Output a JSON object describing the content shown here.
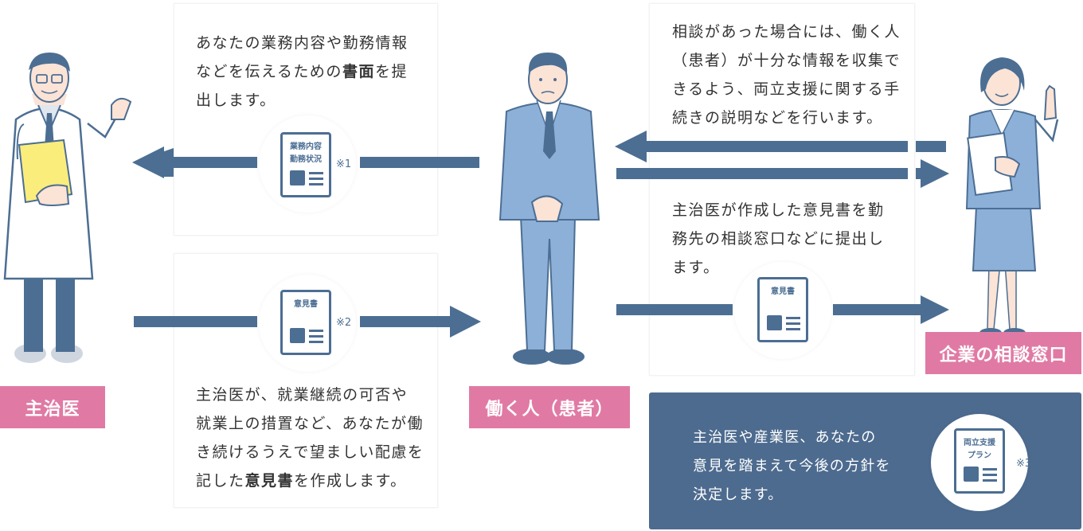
{
  "colors": {
    "arrow": "#4c6e93",
    "label_bg": "#e07aa4",
    "panel_blue": "#4d6b8f",
    "suit": "#8db0d9",
    "coat": "#ffffff"
  },
  "texts": {
    "top_left": [
      "あなたの業務内容や勤務情報",
      "などを伝えるための",
      "書面",
      "を提",
      "出します。"
    ],
    "bottom_left": [
      "主治医が、就業継続の可否や",
      "就業上の措置など、あなたが働",
      "き続けるうえで望ましい配慮を",
      "記した",
      "意見書",
      "を作成します。"
    ],
    "top_right": [
      "相談があった場合には、働く人",
      "（患者）が十分な情報を収集で",
      "きるよう、両立支援に関する手",
      "続きの説明などを行います。"
    ],
    "mid_right": [
      "主治医が作成した意見書を勤",
      "務先の相談窓口などに提出し",
      "ます。"
    ],
    "blue_panel": [
      "主治医や産業医、あなたの",
      "意見を踏まえて今後の方針を",
      "決定します。"
    ]
  },
  "labels": {
    "doctor": "主治医",
    "worker": "働く人（患者）",
    "company": "企業の相談窓口"
  },
  "docs": {
    "doc1": {
      "title1": "業務内容",
      "title2": "勤務状況",
      "note": "※1"
    },
    "doc2": {
      "title1": "意見書",
      "note": "※2"
    },
    "doc3": {
      "title1": "意見書"
    },
    "doc4": {
      "title1": "両立支援",
      "title2": "プラン",
      "note": "※3"
    }
  },
  "icons": [
    "doctor-figure",
    "worker-figure",
    "company-staff-figure",
    "document-icon",
    "arrow-left-icon",
    "arrow-right-icon"
  ]
}
